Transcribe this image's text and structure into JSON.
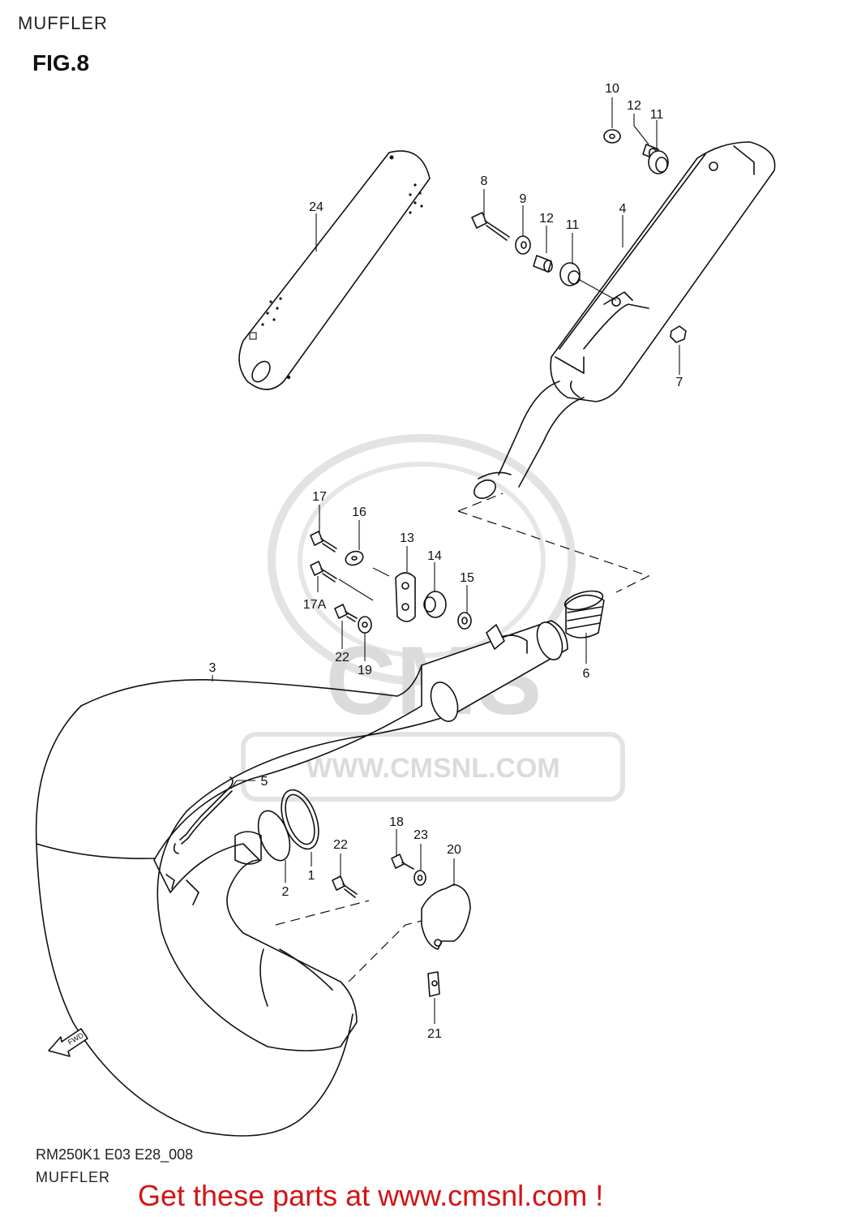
{
  "header": {
    "section": "MUFFLER",
    "figure": "FIG.8"
  },
  "watermark": {
    "logo_text": "CMS",
    "url_text": "WWW.CMSNL.COM"
  },
  "footer": {
    "code": "RM250K1 E03 E28_008",
    "section": "MUFFLER",
    "cta": "Get these parts at www.cmsnl.com !"
  },
  "fwd_label": "FWD",
  "callouts": {
    "p1": "1",
    "p2": "2",
    "p3": "3",
    "p4": "4",
    "p5": "5",
    "p6": "6",
    "p7": "7",
    "p8": "8",
    "p9": "9",
    "p10": "10",
    "p11a": "11",
    "p11b": "11",
    "p12a": "12",
    "p12b": "12",
    "p13": "13",
    "p14": "14",
    "p15": "15",
    "p16": "16",
    "p17": "17",
    "p17a": "17A",
    "p18": "18",
    "p19": "19",
    "p20": "20",
    "p21": "21",
    "p22a": "22",
    "p22b": "22",
    "p23": "23",
    "p24": "24"
  },
  "colors": {
    "cta": "#d41414",
    "line": "#111111",
    "watermark": "#d8d8d8"
  }
}
